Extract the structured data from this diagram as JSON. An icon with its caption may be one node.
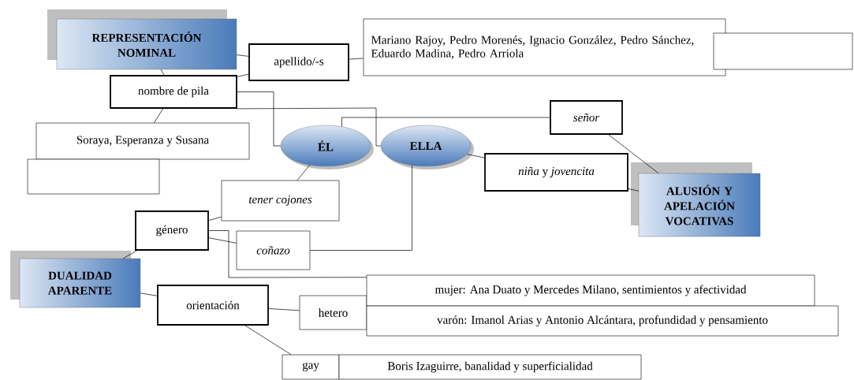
{
  "diagram": {
    "nodes": [
      {
        "text": [
          "REPRESENTACIÓN NOMINAL"
        ]
      },
      {
        "text": [
          "apellido/-s"
        ]
      },
      {
        "text": [
          "Mariano Rajoy, Pedro Morenés, Ignacio González, Pedro Sánchez, Eduardo Madina, Pedro Arriola"
        ]
      },
      {
        "text": [],
        "shape": "box"
      },
      {
        "text": [
          "nombre de pila"
        ]
      },
      {
        "text": [
          "Soraya, Esperanza y Susana"
        ]
      },
      {
        "text": [],
        "shape": "box"
      },
      {
        "text": [
          "ÉL"
        ]
      },
      {
        "text": [
          "ELLA"
        ]
      },
      {
        "text": [
          "señor"
        ]
      },
      {
        "text": [
          "*niña* y *jovencita*"
        ]
      },
      {
        "text": [
          "ALUSIÓN Y APELACIÓN VOCATIVAS"
        ]
      },
      {
        "text": [
          "tener cojones"
        ]
      },
      {
        "text": [
          "género"
        ]
      },
      {
        "text": [
          "coñazo"
        ]
      },
      {
        "text": [
          "DUALIDAD APARENTE"
        ]
      },
      {
        "text": [
          "orientación"
        ]
      },
      {
        "text": [
          "hetero"
        ]
      },
      {
        "text": [
          "mujer: Ana Duato y Mercedes Milano, sentimientos y afectividad"
        ]
      },
      {
        "text": [
          "varón: Imanol Arias y Antonio Alcántara, profundidad y pensamiento"
        ]
      },
      {
        "text": [
          "gay"
        ]
      },
      {
        "text": [
          "Boris Izaguirre, banalidad y superficialidad"
        ]
      }
    ],
    "edges": [
      {
        "from": 0,
        "to": 1,
        "arrow": "none"
      },
      {
        "from": 0,
        "to": 4,
        "arrow": "none"
      },
      {
        "from": 4,
        "to": 1,
        "arrow": "none"
      },
      {
        "from": 1,
        "to": 2,
        "arrow": "none"
      },
      {
        "from": 4,
        "to": 5,
        "arrow": "none"
      },
      {
        "from": 4,
        "to": 7,
        "arrow": "none"
      },
      {
        "from": 4,
        "to": 8,
        "arrow": "none"
      },
      {
        "from": 7,
        "to": 9,
        "arrow": "none"
      },
      {
        "from": 8,
        "to": 10,
        "arrow": "none"
      },
      {
        "from": 9,
        "to": 11,
        "arrow": "none"
      },
      {
        "from": 10,
        "to": 11,
        "arrow": "none"
      },
      {
        "from": 7,
        "to": 12,
        "arrow": "none"
      },
      {
        "from": 8,
        "to": 14,
        "arrow": "none"
      },
      {
        "from": 13,
        "to": 12,
        "arrow": "none"
      },
      {
        "from": 13,
        "to": 14,
        "arrow": "none"
      },
      {
        "from": 13,
        "to": 18,
        "arrow": "none"
      },
      {
        "from": 15,
        "to": 13,
        "arrow": "none"
      },
      {
        "from": 15,
        "to": 16,
        "arrow": "none"
      },
      {
        "from": 16,
        "to": 17,
        "arrow": "none"
      },
      {
        "from": 16,
        "to": 20,
        "arrow": "none"
      }
    ]
  }
}
